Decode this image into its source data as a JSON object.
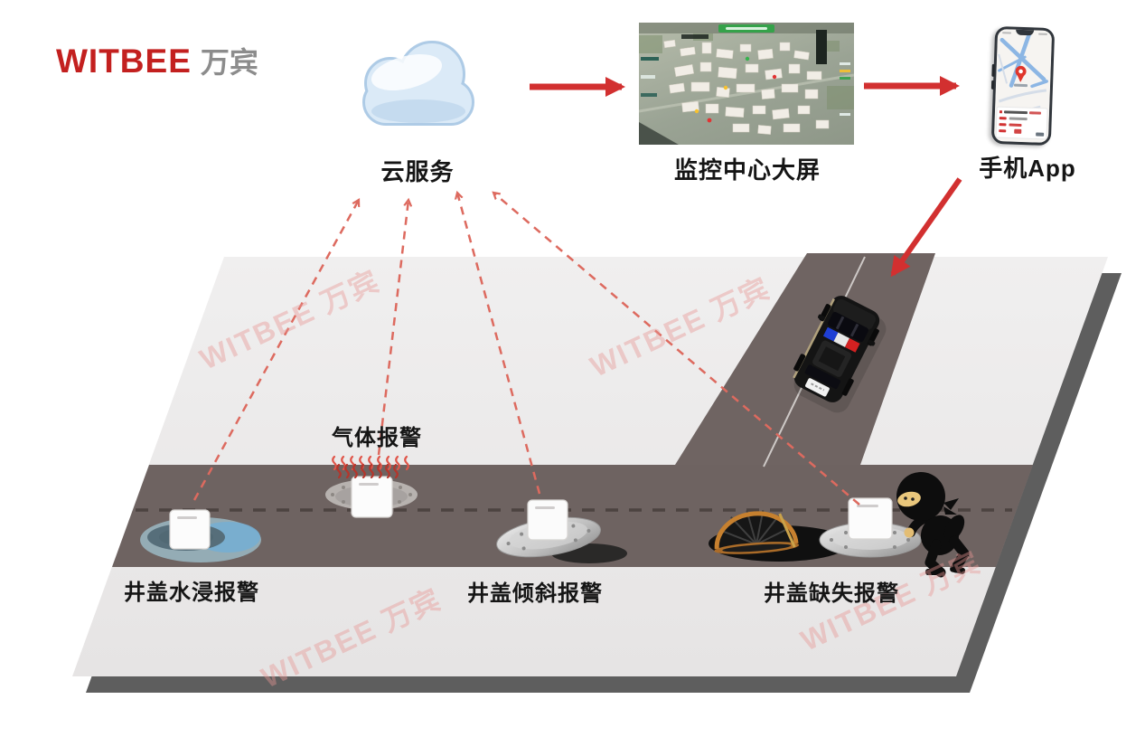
{
  "logo": {
    "brand_en": "WITBEE",
    "brand_cn": "万宾"
  },
  "pipeline": {
    "cloud_label": "云服务",
    "monitor_label": "监控中心大屏",
    "phone_label": "手机App"
  },
  "alarm_labels": {
    "water": "井盖水浸报警",
    "gas": "气体报警",
    "tilt": "井盖倾斜报警",
    "missing": "井盖缺失报警"
  },
  "watermark_text": "WITBEE 万宾",
  "colors": {
    "brand_red": "#c3201f",
    "brand_gray": "#8c8c8c",
    "solid_arrow_red": "#d23030",
    "dashed_arrow_red": "#dd6a5f",
    "watermark_pink": "rgba(232,150,148,0.42)",
    "road_gray": "#6e6361",
    "platform_gray": "#ececec",
    "cloud_blue": "#dbeaf7",
    "gas_wave_red": "#d64238",
    "puddle_blue": "#74aed3"
  }
}
